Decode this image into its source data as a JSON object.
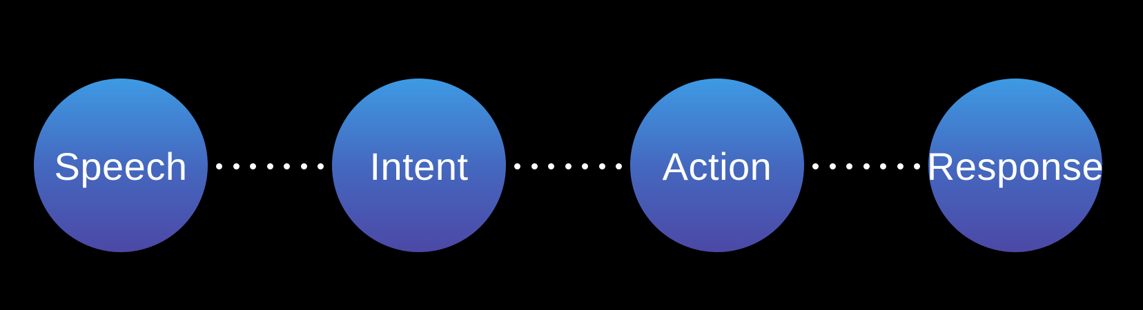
{
  "canvas": {
    "background_color": "#000000"
  },
  "pipeline": {
    "nodes": [
      {
        "label": "Speech"
      },
      {
        "label": "Intent"
      },
      {
        "label": "Action"
      },
      {
        "label": "Response"
      }
    ],
    "node_style": {
      "gradient_top": "#3E9AE3",
      "gradient_mid": "#4567BE",
      "gradient_bottom": "#4C48A6",
      "text_color": "#FFFFFF"
    },
    "connector": {
      "dot_count": 7,
      "dot_color": "#FFFFFF"
    }
  }
}
